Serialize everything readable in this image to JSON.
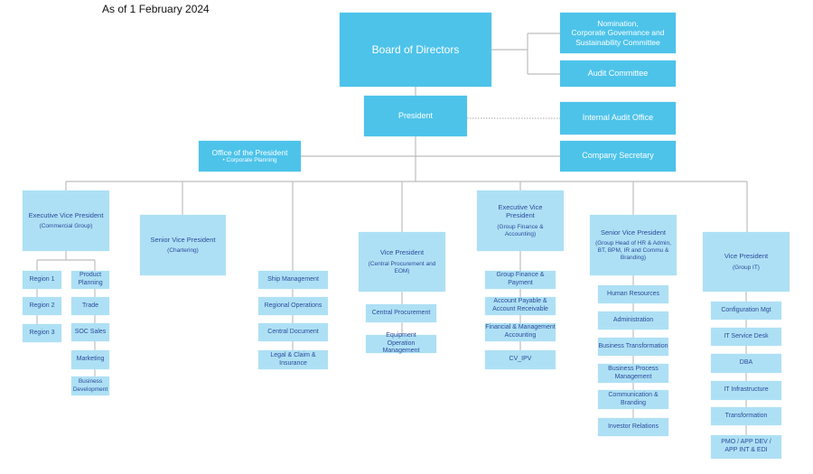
{
  "as_of": "As of 1 February 2024",
  "top": {
    "board": "Board of Directors",
    "nomination": [
      "Nomination,",
      "Corporate Governance and",
      "Sustainability Committee"
    ],
    "audit_committee": "Audit Committee",
    "president": "President",
    "internal_audit": "Internal Audit Office",
    "office_president": "Office of the President",
    "office_president_sub": "• Corporate Planning",
    "company_secretary": "Company Secretary"
  },
  "heads": [
    {
      "title": "Executive Vice President",
      "sub": "(Commercial Group)"
    },
    {
      "title": "Senior Vice President",
      "sub": "(Chartering)"
    },
    {
      "title": "Vice President",
      "sub": "(Central Procurement and EOM)"
    },
    {
      "title": "Executive Vice President",
      "sub": "(Group Finance & Accounting)"
    },
    {
      "title": "Senior Vice President",
      "sub": "(Group Head of HR & Admin, BT, BPM, IR and Commu & Branding)"
    },
    {
      "title": "Vice President",
      "sub": "(Group IT)"
    }
  ],
  "commercial_regions": [
    "Region 1",
    "Region 2",
    "Region 3"
  ],
  "commercial_units": [
    "Product Planning",
    "Trade",
    "SOC Sales",
    "Marketing",
    "Business Development"
  ],
  "operations": [
    "Ship Management",
    "Regional Operations",
    "Central Document",
    "Legal & Claim & Insurance"
  ],
  "procurement": [
    "Central Procurement",
    "Equipment Operation Management"
  ],
  "finance": [
    "Group Finance & Payment",
    "Account Payable & Account Receivable",
    "Financial & Management Accounting",
    "CV_IPV"
  ],
  "hr": [
    "Human Resources",
    "Administration",
    "Business Transformation",
    "Business Process Management",
    "Communication & Branding",
    "Investor Relations"
  ],
  "it": [
    "Configuration Mgt",
    "IT Service Desk",
    "DBA",
    "IT Infrastructure",
    "Transformation",
    "PMO / APP DEV / APP INT & EDI"
  ]
}
